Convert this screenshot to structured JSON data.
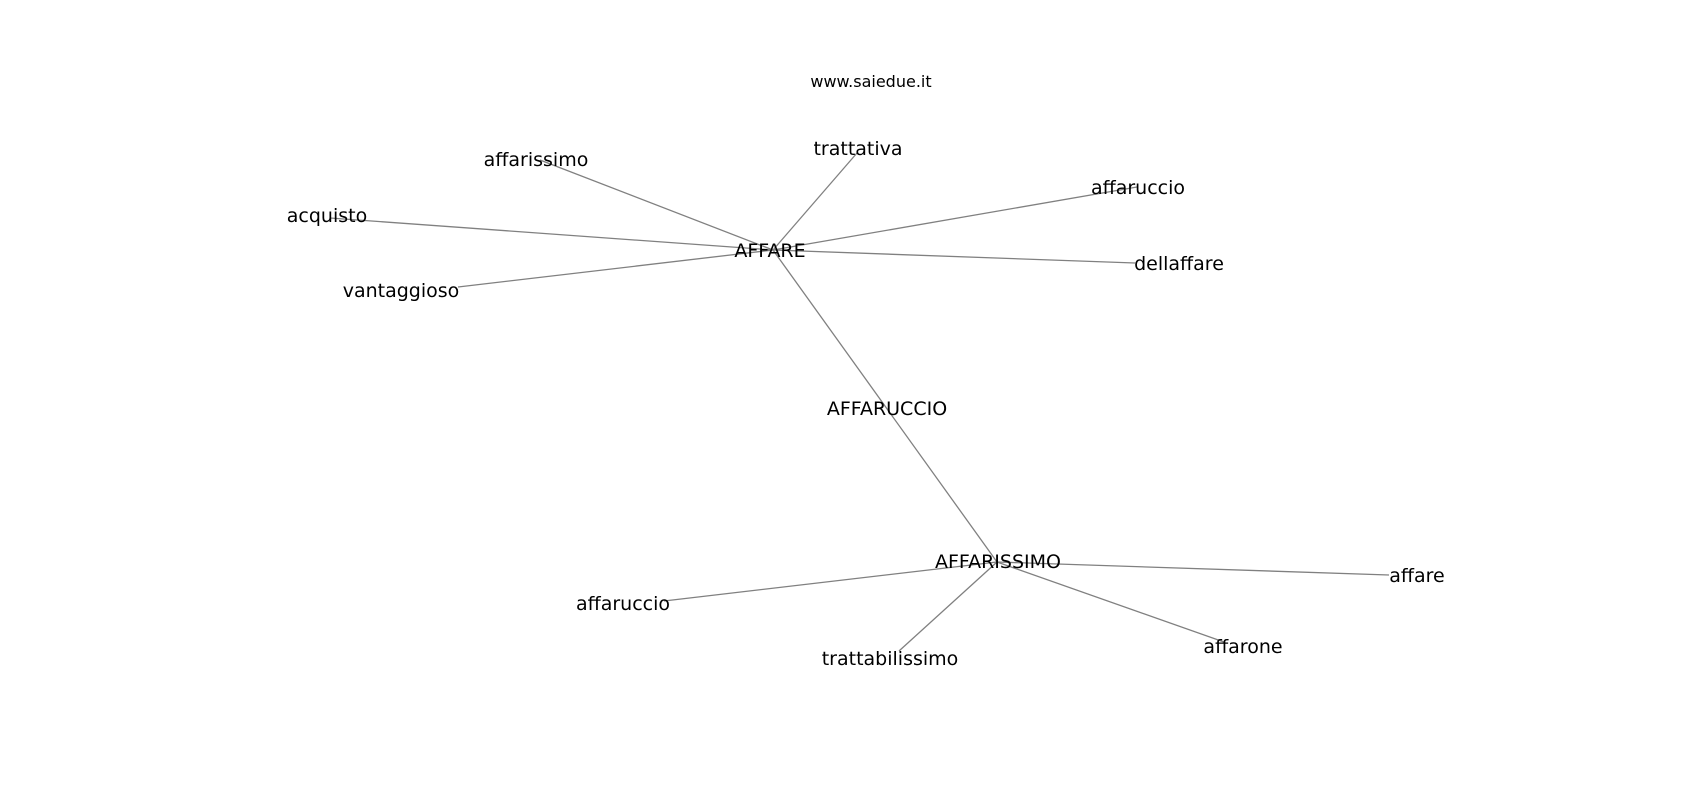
{
  "watermark": "www.saiedue.it",
  "graph": {
    "nodes": [
      {
        "id": "affare_hub",
        "label": "AFFARE"
      },
      {
        "id": "affarissimo_top",
        "label": "affarissimo"
      },
      {
        "id": "trattativa",
        "label": "trattativa"
      },
      {
        "id": "affaruccio_top",
        "label": "affaruccio"
      },
      {
        "id": "acquisto",
        "label": "acquisto"
      },
      {
        "id": "dellaffare",
        "label": "dellaffare"
      },
      {
        "id": "vantaggioso",
        "label": "vantaggioso"
      },
      {
        "id": "affaruccio_mid",
        "label": "AFFARUCCIO"
      },
      {
        "id": "affarissimo_hub",
        "label": "AFFARISSIMO"
      },
      {
        "id": "affare_right",
        "label": "affare"
      },
      {
        "id": "affaruccio_bottom",
        "label": "affaruccio"
      },
      {
        "id": "affarone",
        "label": "affarone"
      },
      {
        "id": "trattabilissimo",
        "label": "trattabilissimo"
      }
    ],
    "edges": [
      [
        "affare_hub",
        "affarissimo_top"
      ],
      [
        "affare_hub",
        "trattativa"
      ],
      [
        "affare_hub",
        "affaruccio_top"
      ],
      [
        "affare_hub",
        "acquisto"
      ],
      [
        "affare_hub",
        "dellaffare"
      ],
      [
        "affare_hub",
        "vantaggioso"
      ],
      [
        "affare_hub",
        "affarissimo_hub"
      ],
      [
        "affarissimo_hub",
        "affare_right"
      ],
      [
        "affarissimo_hub",
        "affaruccio_bottom"
      ],
      [
        "affarissimo_hub",
        "affarone"
      ],
      [
        "affarissimo_hub",
        "trattabilissimo"
      ]
    ]
  }
}
